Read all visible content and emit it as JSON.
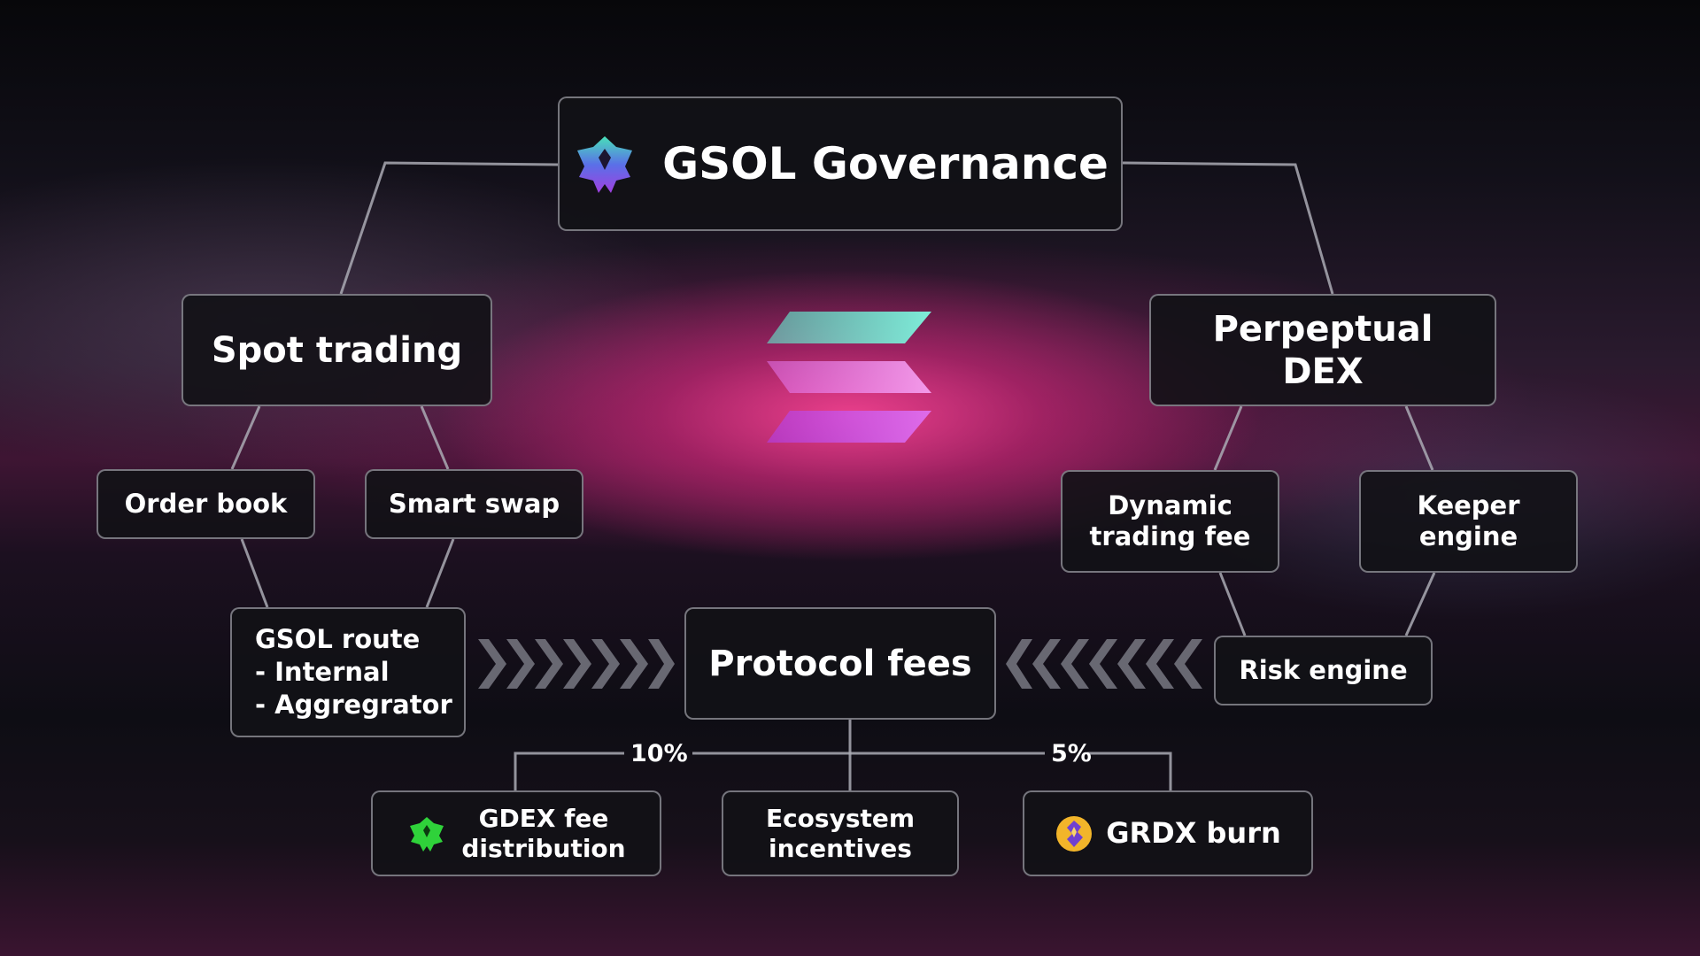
{
  "diagram": {
    "governance": {
      "title": "GSOL Governance",
      "icon": "eagle-logo-icon"
    },
    "spot_trading": "Spot trading",
    "perpetual_dex": "Perpeptual\nDEX",
    "order_book": "Order book",
    "smart_swap": "Smart swap",
    "dynamic_trading_fee": "Dynamic\ntrading fee",
    "keeper_engine": "Keeper\nengine",
    "gsol_route": "GSOL route\n- Internal\n- Aggregrator",
    "protocol_fees": "Protocol fees",
    "risk_engine": "Risk engine",
    "gdex_fee_distribution": {
      "label": "GDEX fee\ndistribution",
      "icon": "green-eagle-icon"
    },
    "ecosystem_incentives": "Ecosystem\nincentives",
    "grdx_burn": {
      "label": "GRDX burn",
      "icon": "grdx-coin-icon"
    },
    "percent_left": "10%",
    "percent_right": "5%",
    "center_logo": "solana-logo-icon"
  },
  "colors": {
    "node_border": "#c8c8d2",
    "node_fill": "#121216",
    "connector": "#9a9aa4",
    "chevron": "#6e6e78",
    "sol_teal": "#5ef2d2",
    "sol_pink": "#e060e0",
    "sol_purple": "#b040f0"
  }
}
